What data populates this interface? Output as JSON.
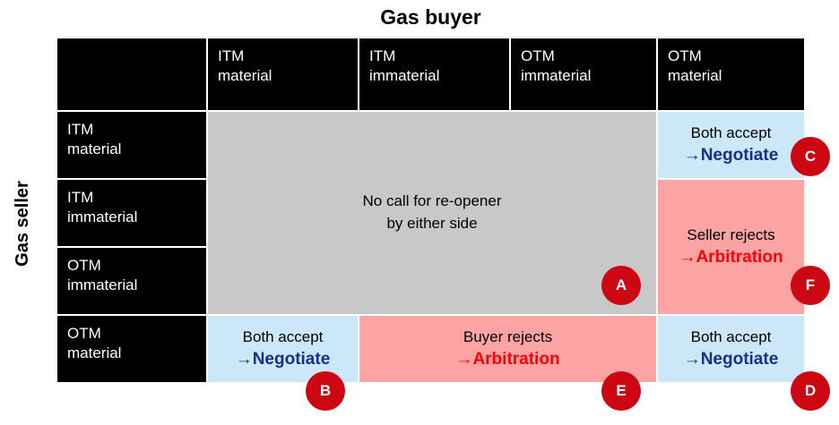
{
  "axes": {
    "column_title": "Gas buyer",
    "row_title": "Gas seller"
  },
  "matrix": {
    "corner_label": "",
    "column_headers": [
      "ITM\nmaterial",
      "ITM\nimmaterial",
      "OTM\nimmaterial",
      "OTM\nmaterial"
    ],
    "row_headers": [
      "ITM\nmaterial",
      "ITM\nimmaterial",
      "OTM\nimmaterial",
      "OTM\nmaterial"
    ],
    "regions": {
      "no_reopener": {
        "line1": "No call for re-opener",
        "line2": "by either side",
        "fill": "#c8c8c8",
        "badge": "A"
      },
      "seller_itm_material_otm_material": {
        "line1": "Both accept",
        "line2": "→Negotiate",
        "fill": "#cce8f8",
        "badge": "C"
      },
      "seller_rejects": {
        "line1": "Seller rejects",
        "line2": "→Arbitration",
        "fill": "#fca3a3",
        "badge": "F"
      },
      "bottom_left_accept": {
        "line1": "Both accept",
        "line2": "→Negotiate",
        "fill": "#cce8f8",
        "badge": "B"
      },
      "buyer_rejects": {
        "line1": "Buyer rejects",
        "line2": "→Arbitration",
        "fill": "#fca3a3",
        "badge": "E"
      },
      "bottom_right_accept": {
        "line1": "Both accept",
        "line2": "→Negotiate",
        "fill": "#cce8f8",
        "badge": "D"
      }
    },
    "badges": [
      "A",
      "B",
      "C",
      "D",
      "E",
      "F"
    ]
  },
  "colors": {
    "header_bg": "#000000",
    "header_text": "#ffffff",
    "gray_fill": "#c8c8c8",
    "blue_fill": "#cce8f8",
    "pink_fill": "#fca3a3",
    "badge_red": "#cc0712",
    "negotiate_blue": "#1a2d8c",
    "arbitration_red": "#fb0006"
  }
}
